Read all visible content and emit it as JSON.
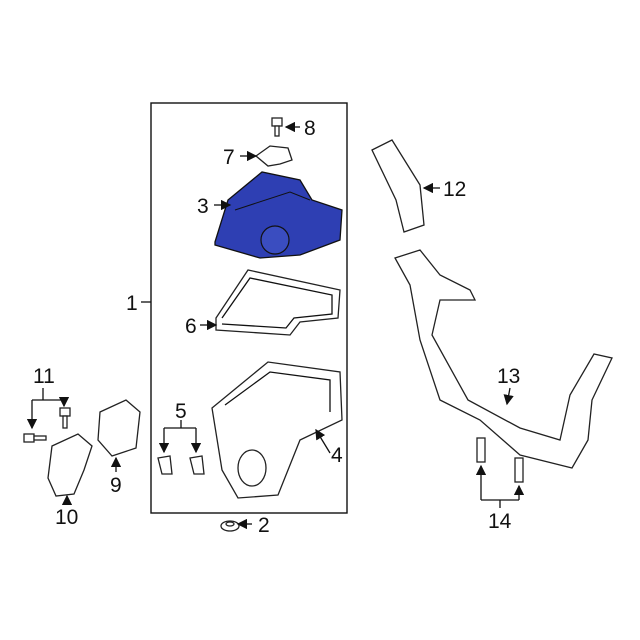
{
  "diagram": {
    "highlight_color": "#2e3fb3",
    "callouts": [
      {
        "id": "1",
        "label": "1"
      },
      {
        "id": "2",
        "label": "2"
      },
      {
        "id": "3",
        "label": "3"
      },
      {
        "id": "4",
        "label": "4"
      },
      {
        "id": "5",
        "label": "5"
      },
      {
        "id": "6",
        "label": "6"
      },
      {
        "id": "7",
        "label": "7"
      },
      {
        "id": "8",
        "label": "8"
      },
      {
        "id": "9",
        "label": "9"
      },
      {
        "id": "10",
        "label": "10"
      },
      {
        "id": "11",
        "label": "11"
      },
      {
        "id": "12",
        "label": "12"
      },
      {
        "id": "13",
        "label": "13"
      },
      {
        "id": "14",
        "label": "14"
      }
    ]
  }
}
